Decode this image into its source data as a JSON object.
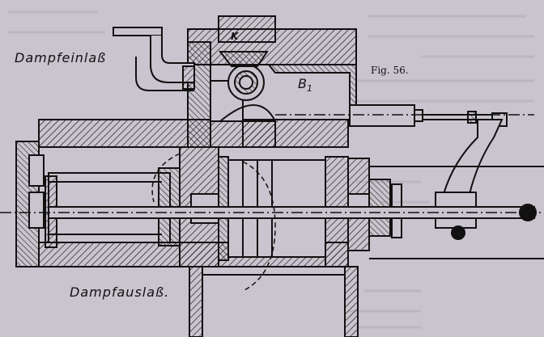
{
  "labels": {
    "steam_inlet": "Dampfeinlaß",
    "steam_outlet": "Dampfauslaß.",
    "figure": "Fig. 56.",
    "part_k": "K",
    "part_b": "B",
    "part_b_sub": "1"
  },
  "colors": {
    "paper": "#c9c4cd",
    "ink": "#111111",
    "ghost_text": "#b9b3bd"
  }
}
